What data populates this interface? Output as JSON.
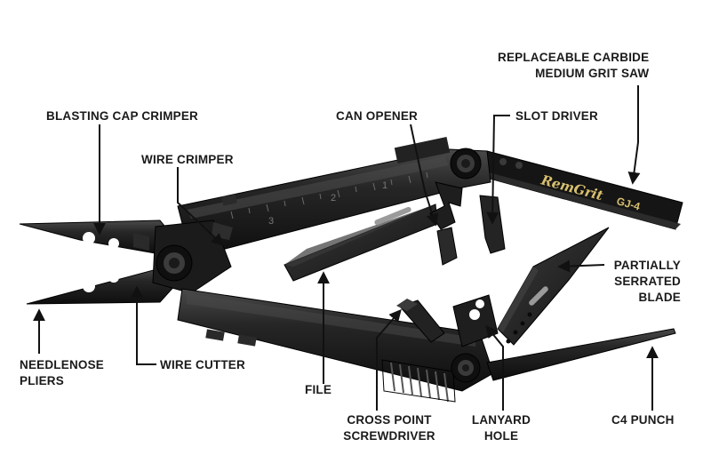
{
  "labels": {
    "saw_line1": "REPLACEABLE CARBIDE",
    "saw_line2": "MEDIUM GRIT SAW",
    "blasting_cap_crimper": "BLASTING CAP CRIMPER",
    "can_opener": "CAN OPENER",
    "slot_driver": "SLOT DRIVER",
    "wire_crimper": "WIRE CRIMPER",
    "blade_line1": "PARTIALLY",
    "blade_line2": "SERRATED",
    "blade_line3": "BLADE",
    "needlenose_line1": "NEEDLENOSE",
    "needlenose_line2": "PLIERS",
    "wire_cutter": "WIRE CUTTER",
    "file": "FILE",
    "screwdriver_line1": "CROSS POINT",
    "screwdriver_line2": "SCREWDRIVER",
    "lanyard_line1": "LANYARD",
    "lanyard_line2": "HOLE",
    "c4_punch": "C4 PUNCH"
  },
  "saw_brand": {
    "name": "RemGrit",
    "model": "GJ-4"
  },
  "ruler_marks": [
    "3",
    "2",
    "1"
  ],
  "colors": {
    "tool_body": "#1c1c1c",
    "tool_highlight": "#3a3a3a",
    "saw_blade": "#141414",
    "brand_text": "#d8c070",
    "label_text": "#1a1a1a"
  }
}
